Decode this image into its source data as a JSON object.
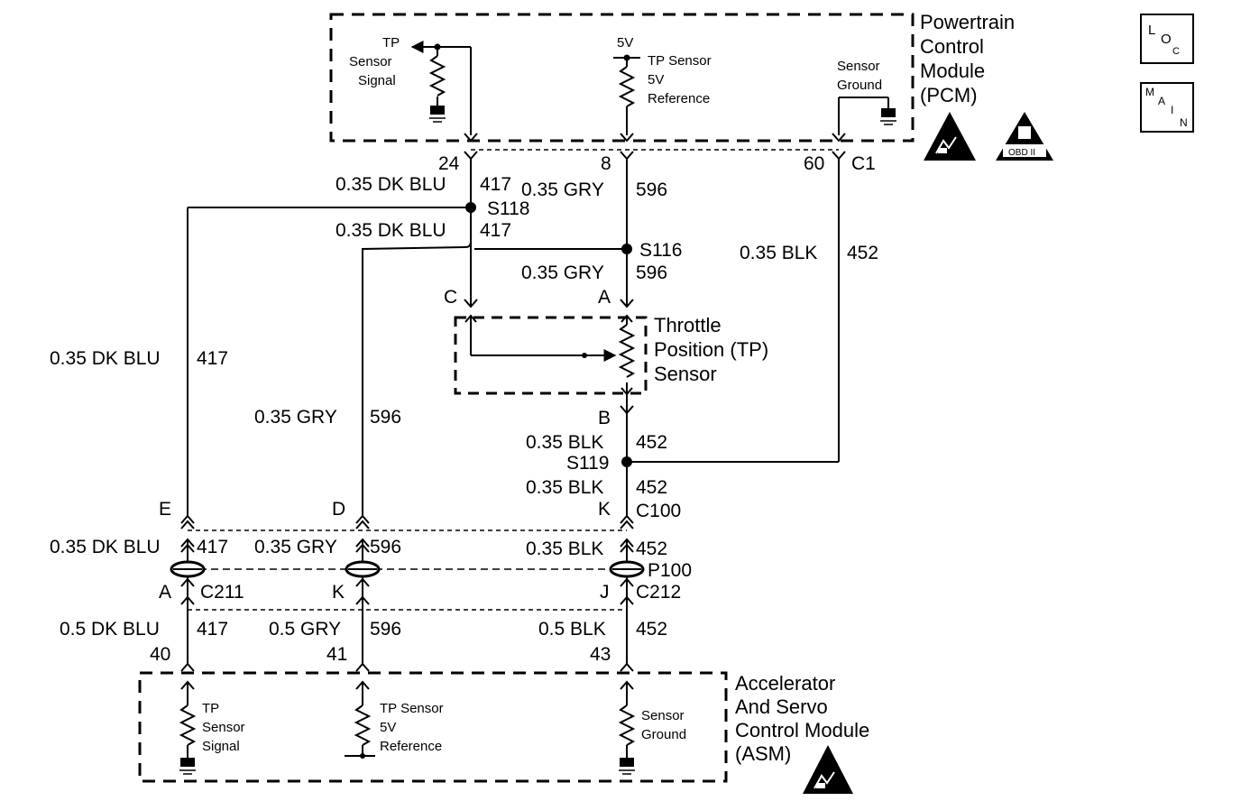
{
  "pcm": {
    "name_lines": [
      "Powertrain",
      "Control",
      "Module",
      "(PCM)"
    ],
    "tp_sensor_signal_lines": [
      "TP",
      "Sensor",
      "Signal"
    ],
    "five_v": "5V",
    "tp_sensor_5v_ref_lines": [
      "TP Sensor",
      "5V",
      "Reference"
    ],
    "sensor_ground_lines": [
      "Sensor",
      "Ground"
    ],
    "connector": "C1",
    "pins": [
      "24",
      "8",
      "60"
    ]
  },
  "icons": {
    "loc": [
      "L",
      "O",
      "C"
    ],
    "main": [
      "M",
      "A",
      "I",
      "N"
    ],
    "obd": "OBD II"
  },
  "wires": {
    "w417_pcm": "0.35 DK BLU",
    "c417": "417",
    "w596_pcm": "0.35 GRY",
    "c596": "596",
    "w417_b": "0.35 DK BLU",
    "w452_pcm": "0.35 BLK",
    "c452": "452",
    "w596_tp": "0.35 GRY",
    "w417_left": "0.35 DK BLU",
    "w596_left": "0.35 GRY",
    "w452_b": "0.35 BLK",
    "w452_c": "0.35 BLK",
    "w417_p100": "0.35 DK BLU",
    "w596_p100": "0.35 GRY",
    "w452_p100": "0.35 BLK",
    "w417_asm": "0.5 DK BLU",
    "w596_asm": "0.5 GRY",
    "w452_asm": "0.5 BLK"
  },
  "splices": {
    "s118": "S118",
    "s116": "S116",
    "s119": "S119"
  },
  "tp_sensor": {
    "name_lines": [
      "Throttle",
      "Position (TP)",
      "Sensor"
    ],
    "pin_c": "C",
    "pin_a": "A",
    "pin_b": "B"
  },
  "c100": {
    "name": "C100",
    "pins": [
      "E",
      "D",
      "K"
    ]
  },
  "p100": "P100",
  "c211": {
    "name": "C211",
    "pin": "A"
  },
  "c212": {
    "name": "C212",
    "pins": [
      "K",
      "J"
    ]
  },
  "asm": {
    "pins": [
      "40",
      "41",
      "43"
    ],
    "name_lines": [
      "Accelerator",
      "And Servo",
      "Control Module",
      "(ASM)"
    ],
    "tp_sensor_signal_lines": [
      "TP",
      "Sensor",
      "Signal"
    ],
    "tp_sensor_5v_ref_lines": [
      "TP Sensor",
      "5V",
      "Reference"
    ],
    "sensor_ground_lines": [
      "Sensor",
      "Ground"
    ]
  }
}
